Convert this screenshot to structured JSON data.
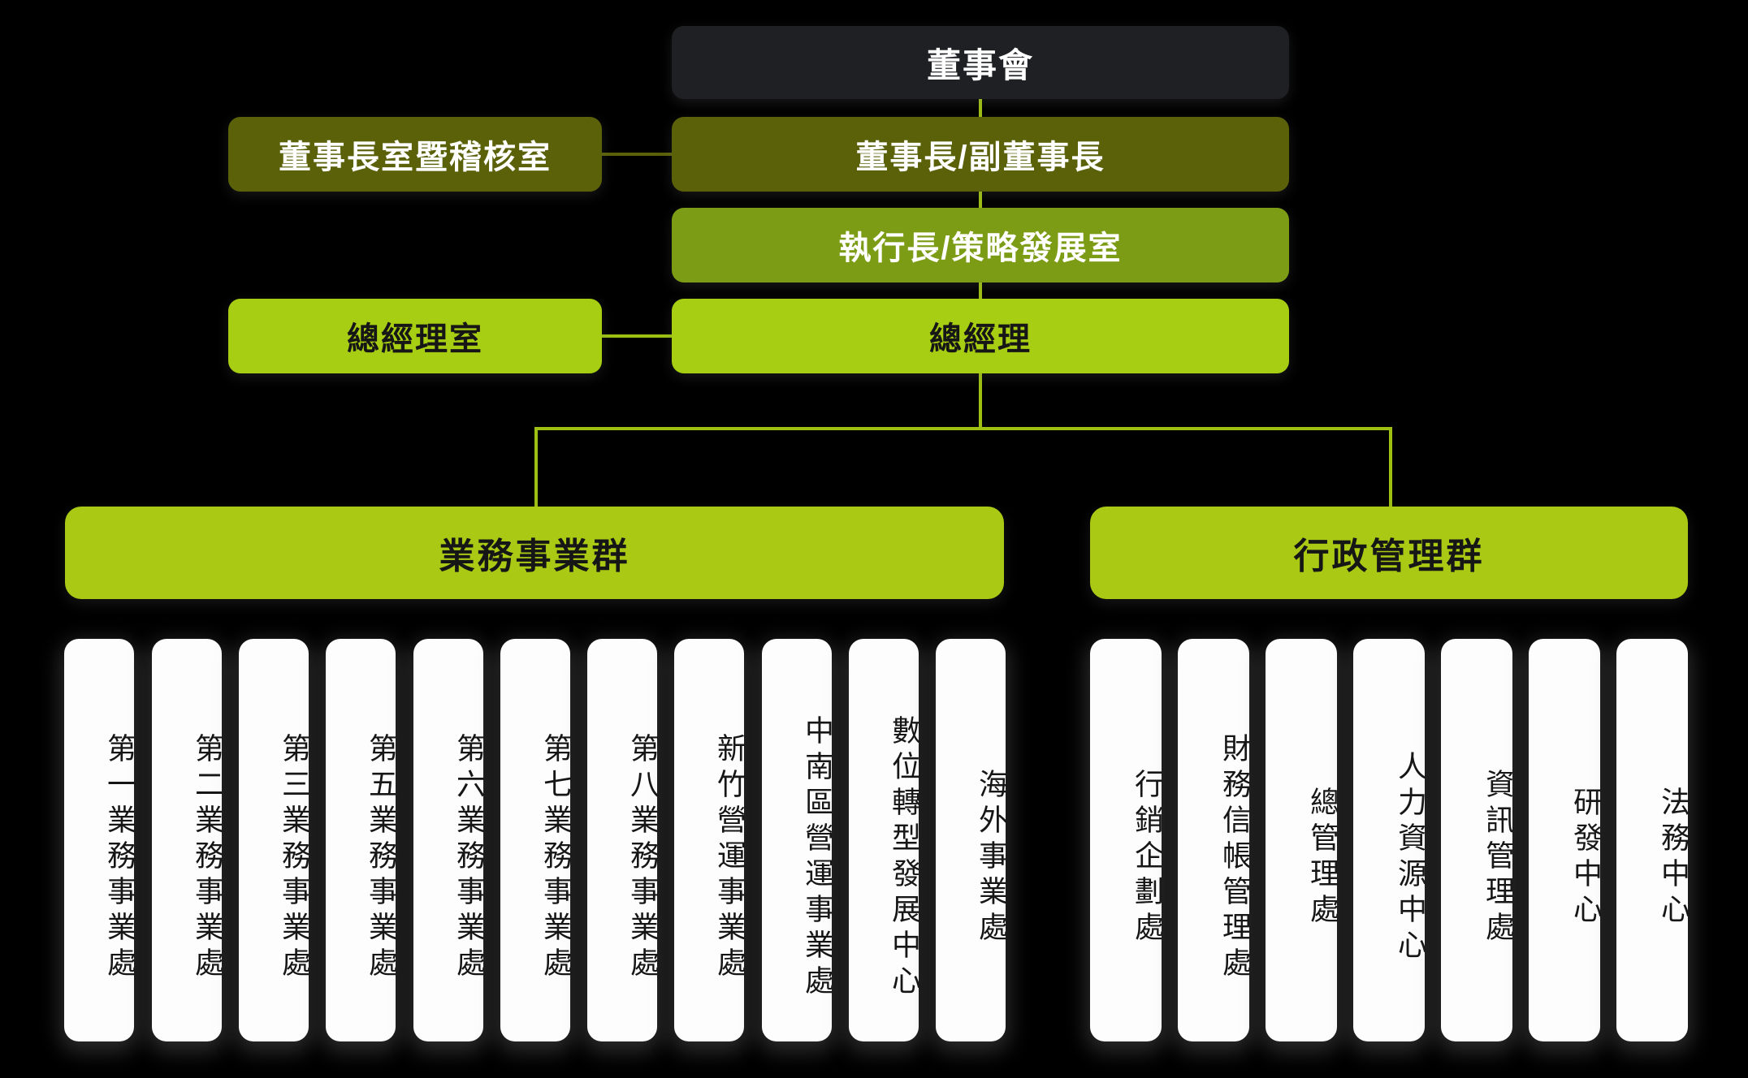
{
  "org_chart": {
    "nodes": {
      "board": "董事會",
      "chairman_office": "董事長室暨稽核室",
      "chairman": "董事長/副董事長",
      "ceo_office": "執行長/策略發展室",
      "gm_office": "總經理室",
      "gm": "總經理"
    },
    "groups": [
      {
        "label": "業務事業群",
        "units": [
          "第一業務事業處",
          "第二業務事業處",
          "第三業務事業處",
          "第五業務事業處",
          "第六業務事業處",
          "第七業務事業處",
          "第八業務事業處",
          "新竹營運事業處",
          "中南區營運事業處",
          "數位轉型發展中心",
          "海外事業處"
        ]
      },
      {
        "label": "行政管理群",
        "units": [
          "行銷企劃處",
          "財務信帳管理處",
          "總管理處",
          "人力資源中心",
          "資訊管理處",
          "研發中心",
          "法務中心"
        ]
      }
    ],
    "colors": {
      "background": "#000000",
      "board_box": "#1f2023",
      "dark_olive": "#5b6109",
      "medium_olive": "#7d9c16",
      "bright_green": "#a8ce13",
      "header_green": "#a9c914",
      "connector": "#9ec013",
      "unit_box": "#fdfdfd",
      "text_light": "#ffffff",
      "text_dark": "#161616"
    }
  }
}
